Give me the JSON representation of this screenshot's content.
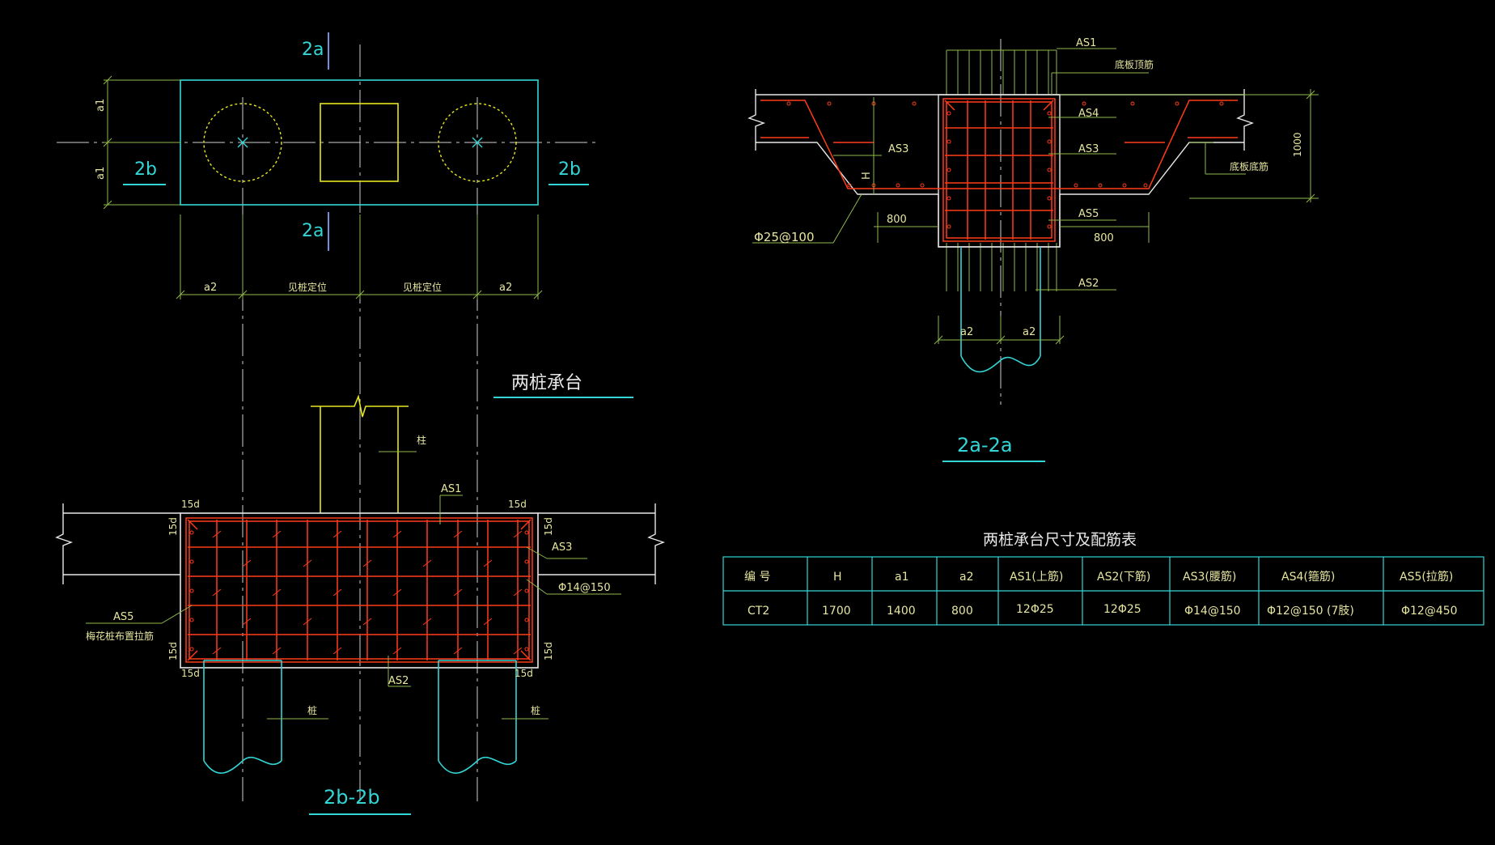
{
  "drawing": {
    "title_two_pile_cap": "两桩承台",
    "table_title": "两桩承台尺寸及配筋表"
  },
  "plan_view": {
    "section_2a_top": "2a",
    "section_2a_bottom": "2a",
    "section_2b_left": "2b",
    "section_2b_right": "2b",
    "dim_a1_top": "a1",
    "dim_a1_bottom": "a1",
    "dim_a2_left": "a2",
    "dim_a2_right": "a2",
    "dim_pile_pos_left": "见桩定位",
    "dim_pile_pos_right": "见桩定位"
  },
  "section_2b": {
    "title": "2b-2b",
    "column_label": "柱",
    "as1": "AS1",
    "as2": "AS2",
    "as3": "AS3",
    "as5": "AS5",
    "as5_note": "梅花桩布置拉筋",
    "stirrup": "Φ14@150",
    "anchor_15d": "15d",
    "pile_left": "桩",
    "pile_right": "桩"
  },
  "section_2a": {
    "title": "2a-2a",
    "as1": "AS1",
    "as2": "AS2",
    "as3_left": "AS3",
    "as3_right": "AS3",
    "as4": "AS4",
    "as5": "AS5",
    "top_slab_bar": "底板顶筋",
    "bottom_slab_bar": "底板底筋",
    "dim_1000": "1000",
    "dim_800_left": "800",
    "dim_800_right": "800",
    "dim_H": "H",
    "bar_spacing": "Φ25@100",
    "dim_a2_left": "a2",
    "dim_a2_right": "a2"
  },
  "table": {
    "headers": [
      "编 号",
      "H",
      "a1",
      "a2",
      "AS1(上筋)",
      "AS2(下筋)",
      "AS3(腰筋)",
      "AS4(箍筋)",
      "AS5(拉筋)"
    ],
    "rows": [
      [
        "CT2",
        "1700",
        "1400",
        "800",
        "12Φ25",
        "12Φ25",
        "Φ14@150",
        "Φ12@150 (7肢)",
        "Φ12@450"
      ]
    ]
  },
  "colors": {
    "background": "#000000",
    "outline": "#33d6d6",
    "rebar": "#ff3a1a",
    "dimension": "#8fb84a",
    "column": "#e6e61e",
    "centerline": "#d8d8d8"
  }
}
